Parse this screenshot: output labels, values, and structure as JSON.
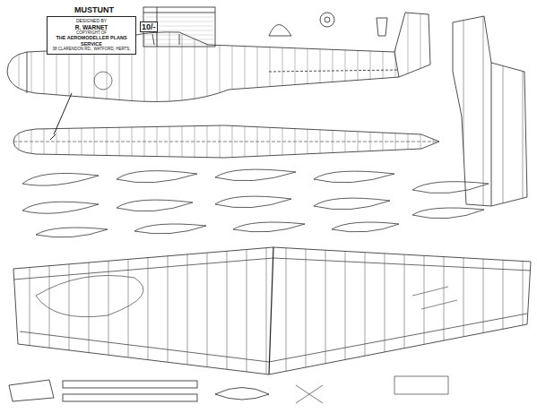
{
  "diagram": {
    "title": "MUSTUNT",
    "nodes": [
      {
        "text": [
          "DESIGNED BY",
          "R. WARNET",
          "COPYRIGHT OF",
          "THE AEROMODELLER PLANS SERVICE",
          "38 CLARENDON RD., WATFORD, HERTS."
        ]
      }
    ],
    "labels": [
      "10/-"
    ]
  }
}
